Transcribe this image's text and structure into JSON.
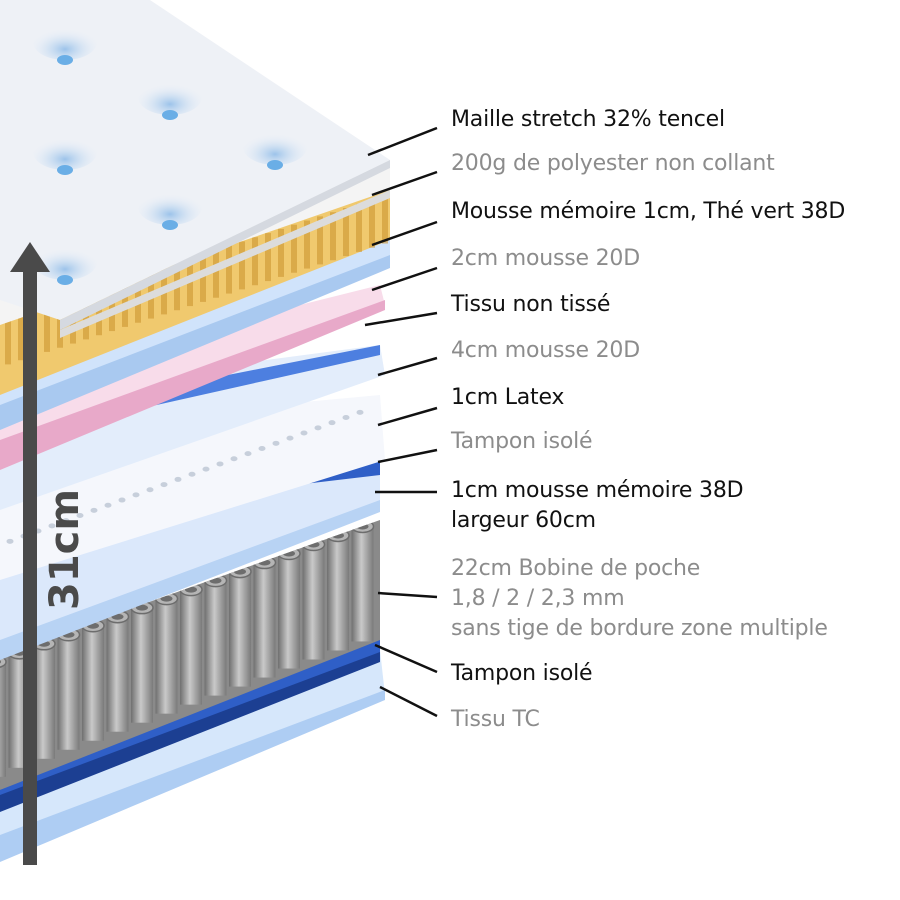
{
  "height_label": "31cm",
  "colors": {
    "arrow": "#4a4a4a",
    "label_dark": "#111111",
    "label_grey": "#8c8c8c"
  },
  "layers": [
    {
      "name": "top-knit",
      "color": "#eef1f6",
      "lines": [
        "Maille stretch 32% tencel"
      ],
      "tone": "dark"
    },
    {
      "name": "polyester-fill",
      "color": "#f2f2f2",
      "lines": [
        "200g de polyester non collant"
      ],
      "tone": "grey"
    },
    {
      "name": "memory-foam-green-tea",
      "color": "#f0c96e",
      "lines": [
        "Mousse mémoire 1cm, Thé vert 38D"
      ],
      "tone": "dark"
    },
    {
      "name": "foam-2cm",
      "color": "#cfe2fb",
      "lines": [
        "2cm mousse 20D"
      ],
      "tone": "grey"
    },
    {
      "name": "non-woven",
      "color": "#f7d6e6",
      "lines": [
        "Tissu non tissé"
      ],
      "tone": "dark"
    },
    {
      "name": "foam-4cm",
      "color": "#dde9fb",
      "lines": [
        "4cm mousse 20D"
      ],
      "tone": "grey"
    },
    {
      "name": "latex",
      "color": "#eef2fa",
      "lines": [
        "1cm Latex"
      ],
      "tone": "dark"
    },
    {
      "name": "insulator-top",
      "color": "#2f5fc7",
      "lines": [
        "Tampon isolé"
      ],
      "tone": "grey"
    },
    {
      "name": "memory-foam-38d",
      "color": "#dbe8fb",
      "lines": [
        "1cm mousse mémoire 38D",
        "largeur 60cm"
      ],
      "tone": "dark"
    },
    {
      "name": "pocket-coil",
      "color": "#9a9a9a",
      "lines": [
        "22cm Bobine de poche",
        "1,8 / 2 / 2,3 mm",
        "sans tige de bordure zone multiple"
      ],
      "tone": "grey"
    },
    {
      "name": "insulator-bottom",
      "color": "#2f5fc7",
      "lines": [
        "Tampon isolé"
      ],
      "tone": "dark"
    },
    {
      "name": "tc-fabric",
      "color": "#cfe2fb",
      "lines": [
        "Tissu TC"
      ],
      "tone": "grey"
    }
  ]
}
